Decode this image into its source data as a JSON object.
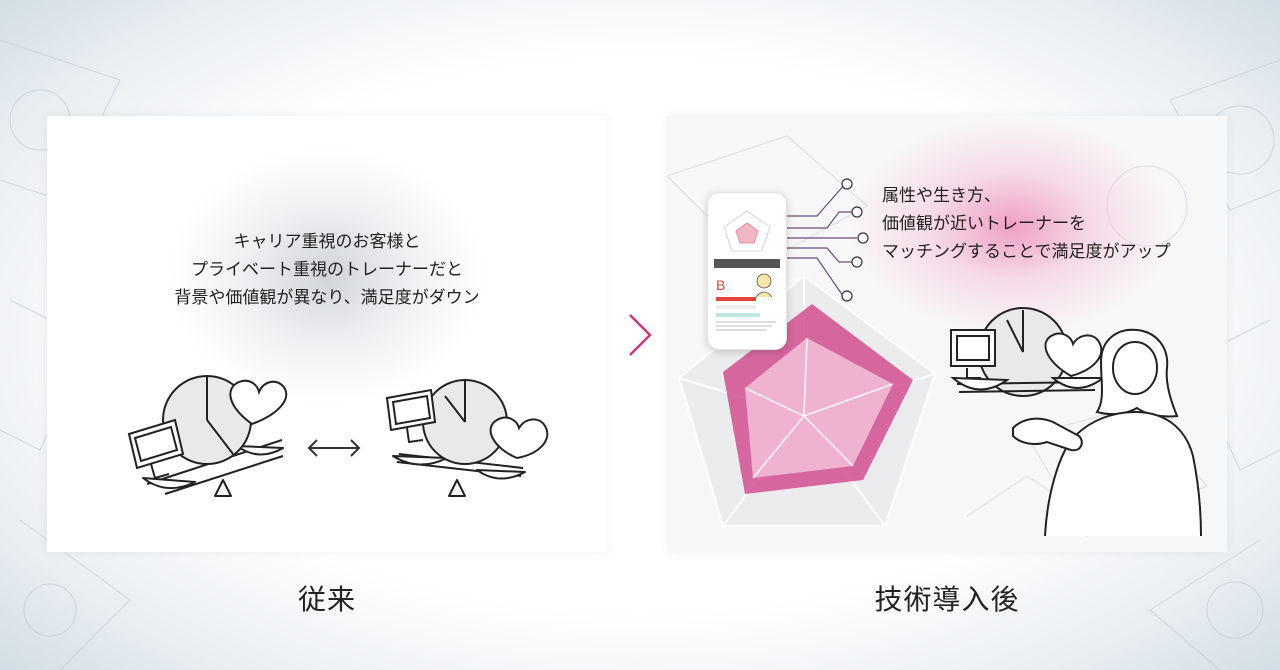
{
  "colors": {
    "accent_pink": "#d9649c",
    "radar_fill_outer": "#d24f8f",
    "radar_fill_inner": "#efb3d1",
    "arrow": "#c7377f",
    "phone_accent": "#e0443a"
  },
  "before": {
    "caption_lines": [
      "キャリア重視のお客様と",
      "プライベート重視のトレーナーだと",
      "背景や価値観が異なり、満足度がダウン"
    ],
    "label": "従来"
  },
  "after": {
    "caption_lines": [
      "属性や生き方、",
      "価値観が近いトレーナーを",
      "マッチングすることで満足度がアップ"
    ],
    "label": "技術導入後",
    "phone_grade": "B"
  },
  "icons": {
    "next_arrow": "chevron-right-icon",
    "swap_arrow": "double-arrow-icon",
    "balance": "balance-scale-icon",
    "monitor": "monitor-icon",
    "heart": "heart-icon",
    "clock": "pie-clock-icon",
    "woman": "woman-icon",
    "smartphone": "smartphone-icon",
    "radar": "radar-chart-icon"
  }
}
